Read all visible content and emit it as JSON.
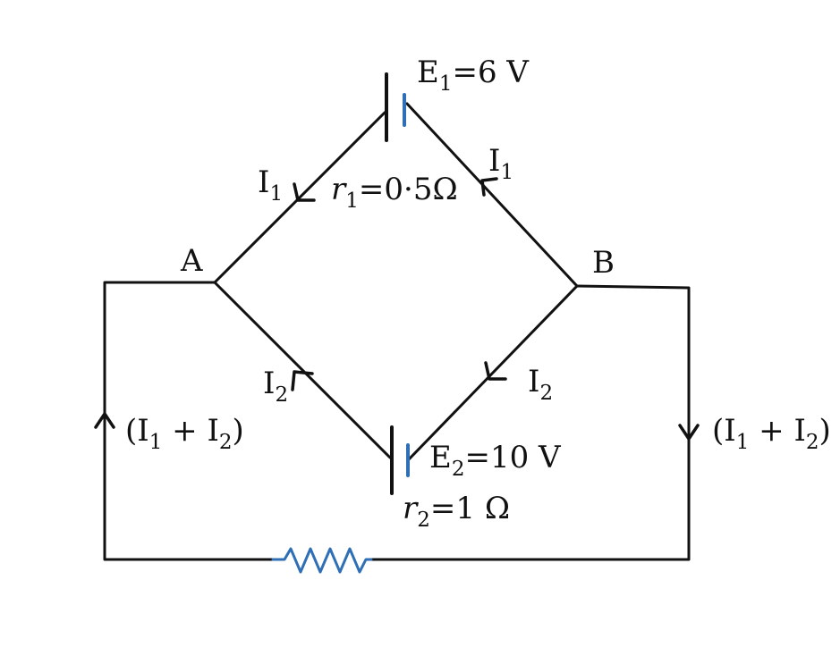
{
  "colors": {
    "wire": "#111111",
    "cell_plate_short": "#2f6fb5",
    "resistor": "#2f6fb5",
    "background": "#ffffff"
  },
  "nodes": {
    "a": "A",
    "b": "B"
  },
  "cell1": {
    "emf_symbol": "E",
    "emf_sub": "1",
    "emf_value": "=6 V",
    "r_symbol": "r",
    "r_sub": "1",
    "r_value": "=0·5Ω"
  },
  "cell2": {
    "emf_symbol": "E",
    "emf_sub": "2",
    "emf_value": "=10 V",
    "r_symbol": "r",
    "r_sub": "2",
    "r_value": "=1 Ω"
  },
  "currents": {
    "i1_symbol": "I",
    "i1_sub": "1",
    "i2_symbol": "I",
    "i2_sub": "2",
    "total_open": "(I",
    "total_sub1": "1",
    "total_plus": " + I",
    "total_sub2": "2",
    "total_close": ")"
  },
  "icons": {
    "cell": "battery-cell-icon",
    "resistor": "resistor-zigzag-icon",
    "arrow": "current-arrow-icon"
  }
}
